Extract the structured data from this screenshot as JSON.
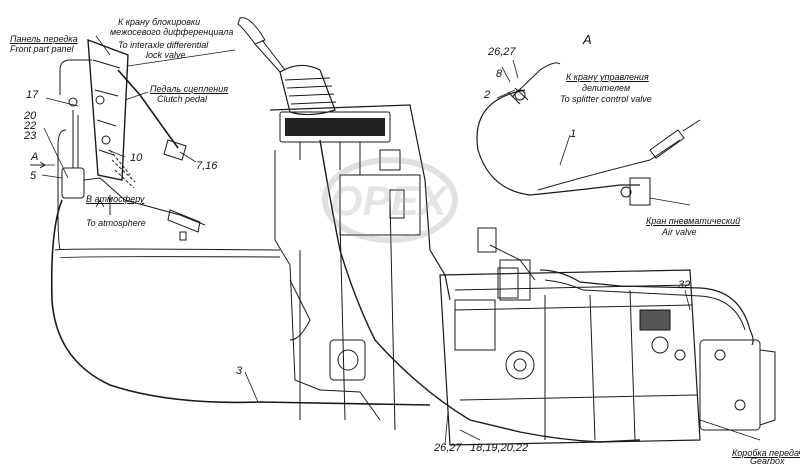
{
  "view_label": "A",
  "callouts": {
    "n17": "17",
    "n20": "20",
    "n22": "22",
    "n23": "23",
    "n5": "5",
    "n10": "10",
    "n716": "7,16",
    "n2627a": "26,27",
    "n8": "8",
    "n2": "2",
    "n1": "1",
    "n3": "3",
    "n32": "32",
    "n2627b": "26,27",
    "n18": "18,19,20,22",
    "arrowA": "A"
  },
  "labels": {
    "front_panel_ru": "Панель передка",
    "front_panel_en": "Front part panel",
    "interaxle_ru_1": "К крану блокировки",
    "interaxle_ru_2": "межосевого дифференциала",
    "interaxle_en_1": "To interaxle differential",
    "interaxle_en_2": "lock valve",
    "clutch_ru": "Педаль сцепления",
    "clutch_en": "Clutch pedal",
    "atm_ru": "В атмосферу",
    "atm_en": "To atmosphere",
    "splitter_ru_1": "К крану управления",
    "splitter_ru_2": "делителем",
    "splitter_en": "To splitter control valve",
    "air_valve_ru": "Кран пневматический",
    "air_valve_en": "Air valve",
    "gearbox_ru": "Коробка передач",
    "gearbox_en": "Gearbox"
  },
  "watermark": "OPEX"
}
